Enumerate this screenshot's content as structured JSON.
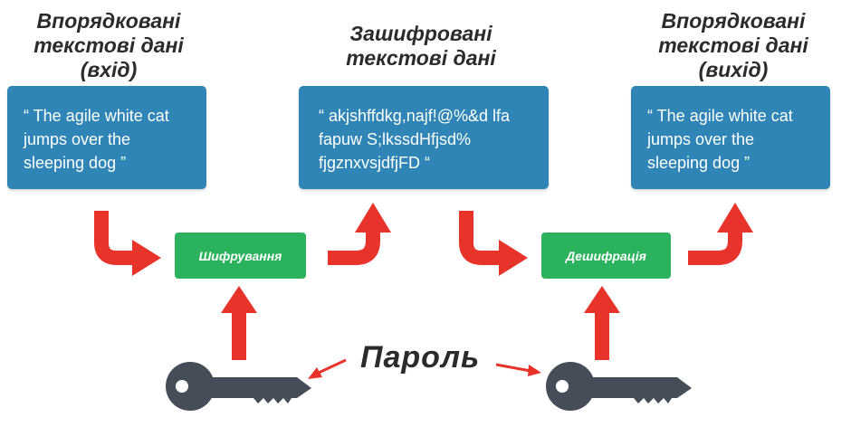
{
  "diagram": {
    "heading_input": "Впорядковані\nтекстові дані\n(вхід)",
    "heading_encrypted": "Зашифровані\nтекстові дані",
    "heading_output": "Впорядковані\nтекстові дані\n(вихід)",
    "box_input_text": "“ The agile white cat jumps over the sleeping dog ”",
    "box_encrypted_text": "“ akjshffdkg,najf!@%&d lfa fapuw S;lkssdHfjsd% fjgznxvsjdfjFD “",
    "box_output_text": "“ The agile white cat jumps over the sleeping dog ”",
    "encrypt_label": "Шифрування",
    "decrypt_label": "Дешифрація",
    "password_label": "Пароль"
  },
  "colors": {
    "box": "#2f85b6",
    "process": "#2ab25c",
    "arrow": "#e8332b",
    "key": "#454d59"
  },
  "icons": [
    "key-icon",
    "arrow-icon"
  ]
}
